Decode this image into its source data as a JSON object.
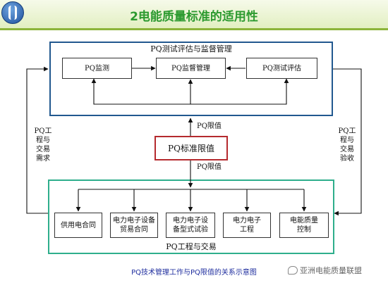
{
  "header": {
    "title": "2电能质量标准的适用性"
  },
  "top_panel": {
    "title": "PQ测试评估与监督管理",
    "boxes": [
      "PQ监测",
      "PQ监督管理",
      "PQ测试评估"
    ]
  },
  "center": {
    "label": "PQ标准限值",
    "limit_up_label": "PQ限值",
    "limit_down_label": "PQ限值"
  },
  "side": {
    "left_lines": [
      "PQ工",
      "程与",
      "交易",
      "需求"
    ],
    "right_lines": [
      "PQ工",
      "程与",
      "交易",
      "验收"
    ]
  },
  "bottom_panel": {
    "title": "PQ工程与交易",
    "boxes": [
      {
        "lines": [
          "供用电合同"
        ]
      },
      {
        "lines": [
          "电力电子设备",
          "贸易合同"
        ]
      },
      {
        "lines": [
          "电力电子设",
          "备型式试验"
        ]
      },
      {
        "lines": [
          "电力电子",
          "工程"
        ]
      },
      {
        "lines": [
          "电能质量",
          "控制"
        ]
      }
    ]
  },
  "caption": "PQ技术管理工作与PQ限值的关系示意图",
  "watermark": "亚洲电能质量联盟"
}
